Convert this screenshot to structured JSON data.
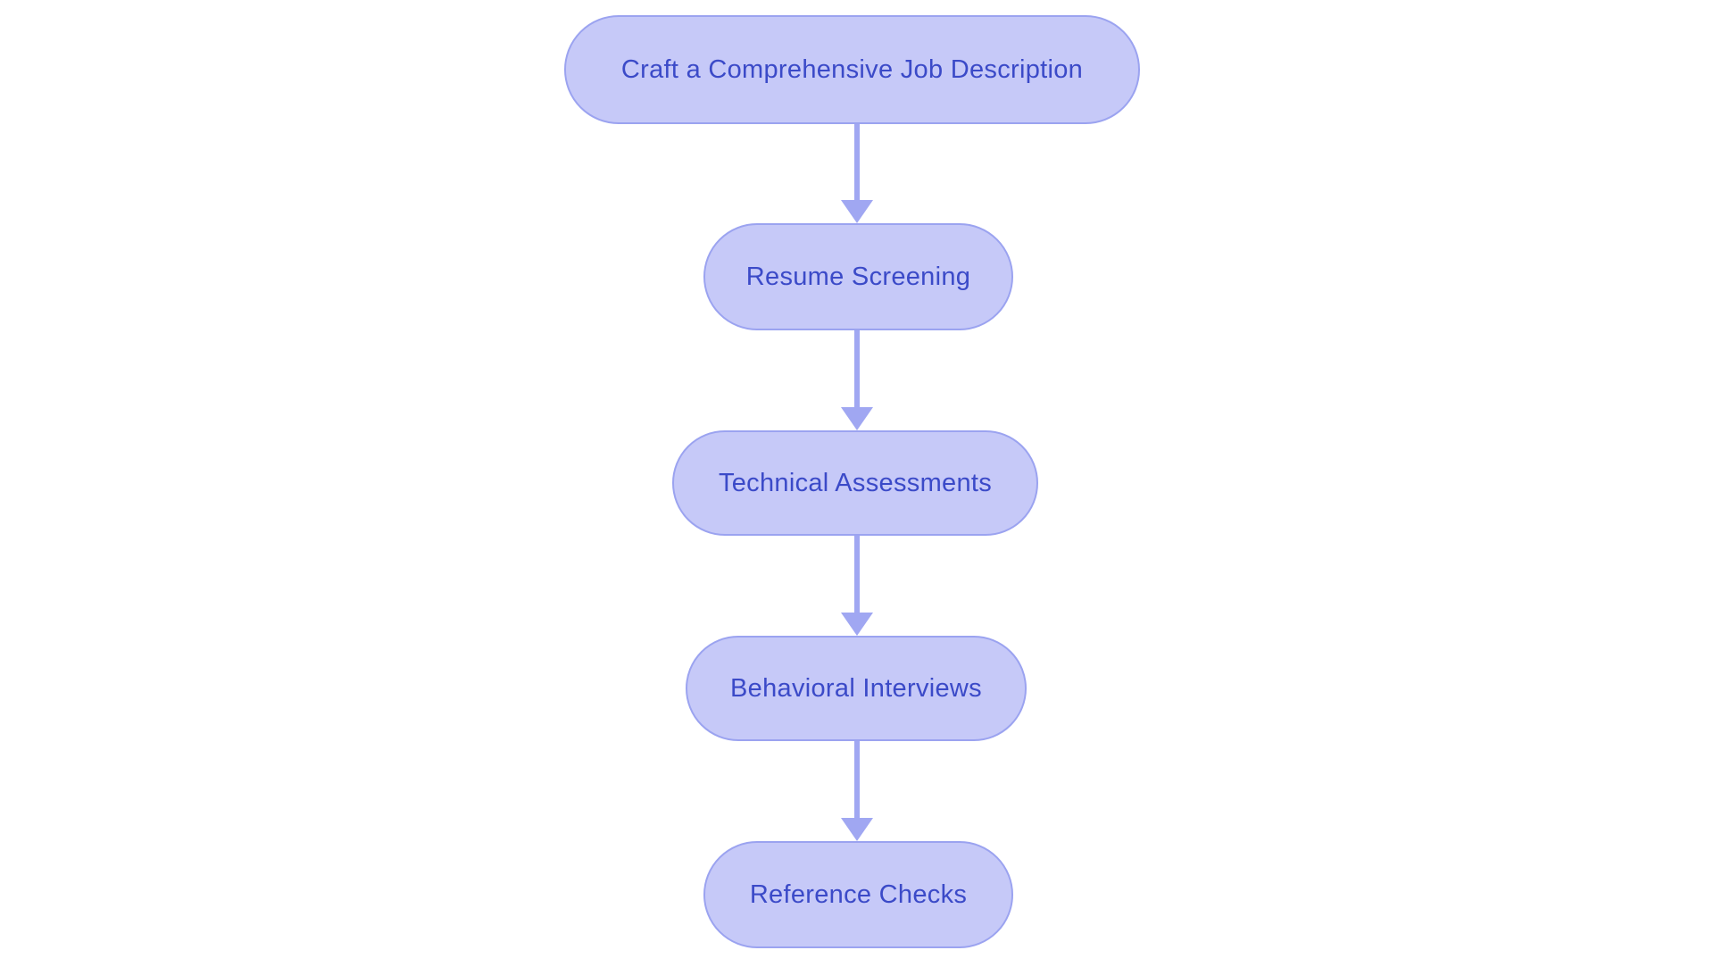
{
  "diagram": {
    "type": "flowchart",
    "direction": "top-down",
    "title": "",
    "nodes": [
      {
        "id": "1",
        "label": "Craft a Comprehensive Job Description"
      },
      {
        "id": "2",
        "label": "Resume Screening"
      },
      {
        "id": "3",
        "label": "Technical Assessments"
      },
      {
        "id": "4",
        "label": "Behavioral Interviews"
      },
      {
        "id": "5",
        "label": "Reference Checks"
      }
    ],
    "edges": [
      {
        "from": "1",
        "to": "2",
        "style": "solid-arrow"
      },
      {
        "from": "2",
        "to": "3",
        "style": "solid-arrow"
      },
      {
        "from": "3",
        "to": "4",
        "style": "solid-arrow"
      },
      {
        "from": "4",
        "to": "5",
        "style": "solid-arrow"
      }
    ]
  },
  "colors": {
    "background": "#ffffff",
    "node-fill": "#c6c9f8",
    "node-border": "#9ba3f0",
    "node-text": "#3b4ac8",
    "arrow": "#a0a7f2"
  }
}
